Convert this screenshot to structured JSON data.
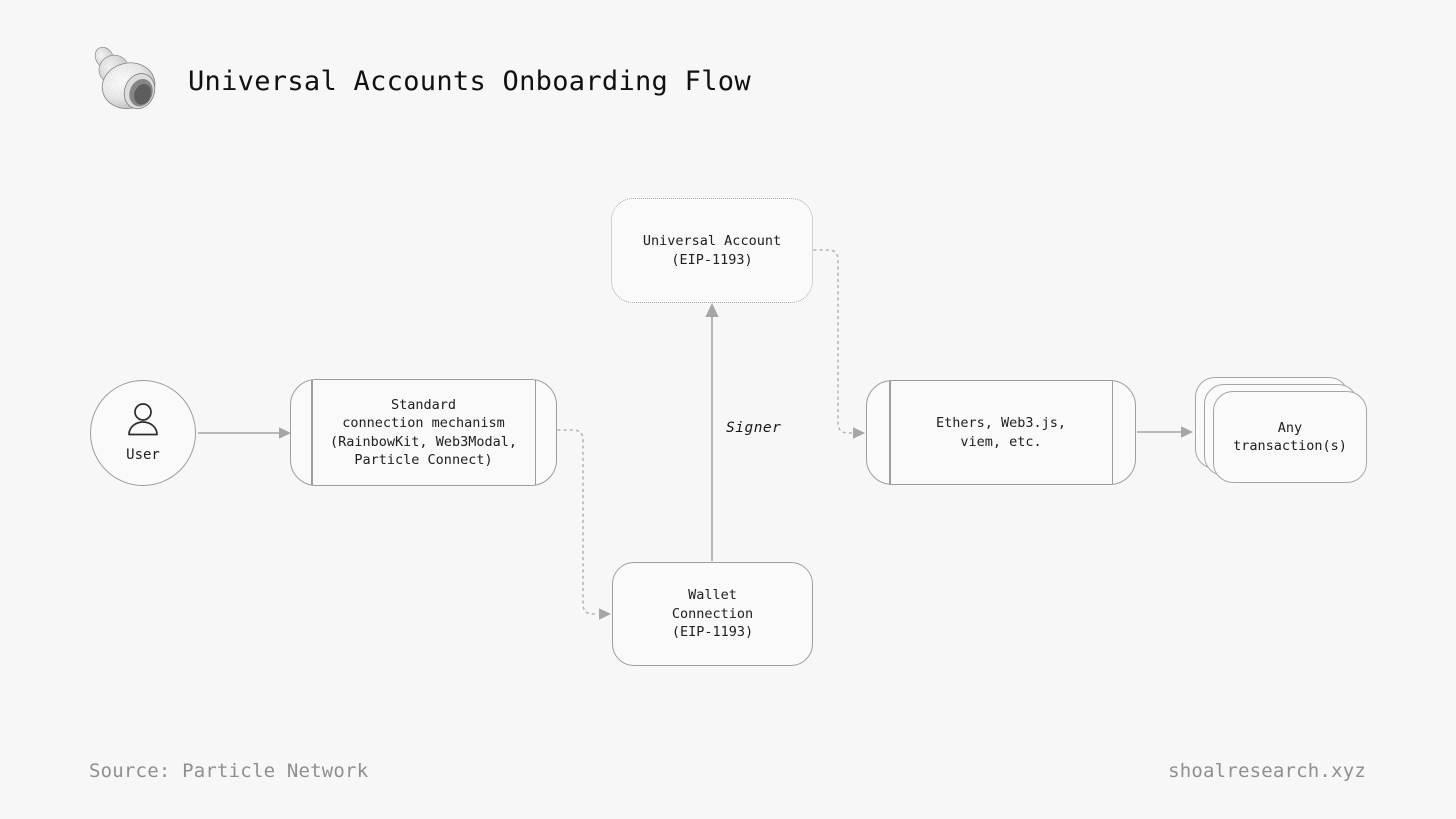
{
  "header": {
    "title": "Universal Accounts Onboarding Flow",
    "logo": "stippled-seashell"
  },
  "diagram": {
    "user": {
      "label": "User"
    },
    "standard_box": {
      "lines": [
        "Standard",
        "connection mechanism",
        "(RainbowKit, Web3Modal,",
        "Particle Connect)"
      ]
    },
    "universal_box": {
      "lines": [
        "Universal Account",
        "(EIP-1193)"
      ]
    },
    "wallet_box": {
      "lines": [
        "Wallet",
        "Connection",
        "(EIP-1193)"
      ]
    },
    "ethers_box": {
      "lines": [
        "Ethers, Web3.js,",
        "viem, etc."
      ]
    },
    "transactions_card": {
      "lines": [
        "Any",
        "transaction(s)"
      ]
    },
    "signer_label": "Signer",
    "connectors": [
      "user-to-standard-solid-arrow",
      "standard-to-wallet-dotted-arrow",
      "wallet-to-universal-solid-arrow-signer",
      "universal-to-ethers-dotted-arrow",
      "ethers-to-transactions-solid-arrow"
    ]
  },
  "footer": {
    "source": "Source: Particle Network",
    "site": "shoalresearch.xyz"
  },
  "colors": {
    "background": "#f7f7f7",
    "node_fill": "#fafafa",
    "node_border": "#9d9d9d",
    "connector": "#a6a6a6",
    "dotted_connector": "#b5b5b5",
    "text": "#1a1a1a",
    "muted_text": "#8f8f8f"
  }
}
